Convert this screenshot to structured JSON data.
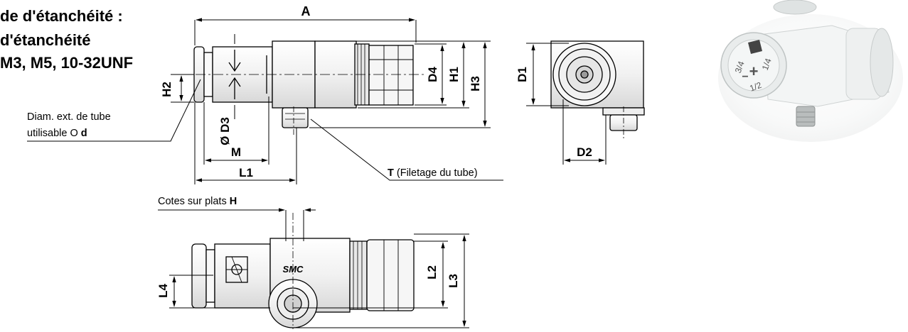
{
  "title_lines": [
    "de d'étanchéité :",
    "d'étanchéité",
    "M3, M5, 10-32UNF"
  ],
  "tube_note": {
    "line1": "Diam. ext. de tube",
    "line2_prefix": "utilisable ",
    "line2_symbol": "O",
    "line2_var": "d"
  },
  "thread_note": {
    "var": "T",
    "text": " (Filetage du tube)"
  },
  "flats_note": {
    "text": "Cotes sur plats ",
    "var": "H"
  },
  "dims": {
    "A": "A",
    "D4": "D4",
    "H1": "H1",
    "H3": "H3",
    "H2": "H2",
    "D3": "Ø D3",
    "M": "M",
    "L1": "L1",
    "D1": "D1",
    "D2": "D2",
    "L2": "L2",
    "L3": "L3",
    "L4": "L4"
  },
  "photo_marks": {
    "m1": "3/4",
    "m2": "1/4",
    "m3": "1/2",
    "plus": "+",
    "minus": "−"
  },
  "logo": "SMC",
  "colors": {
    "line": "#000000",
    "body": "#f4f4f4",
    "shade": "#dcdcdc",
    "photo_bg": "#ffffff"
  }
}
